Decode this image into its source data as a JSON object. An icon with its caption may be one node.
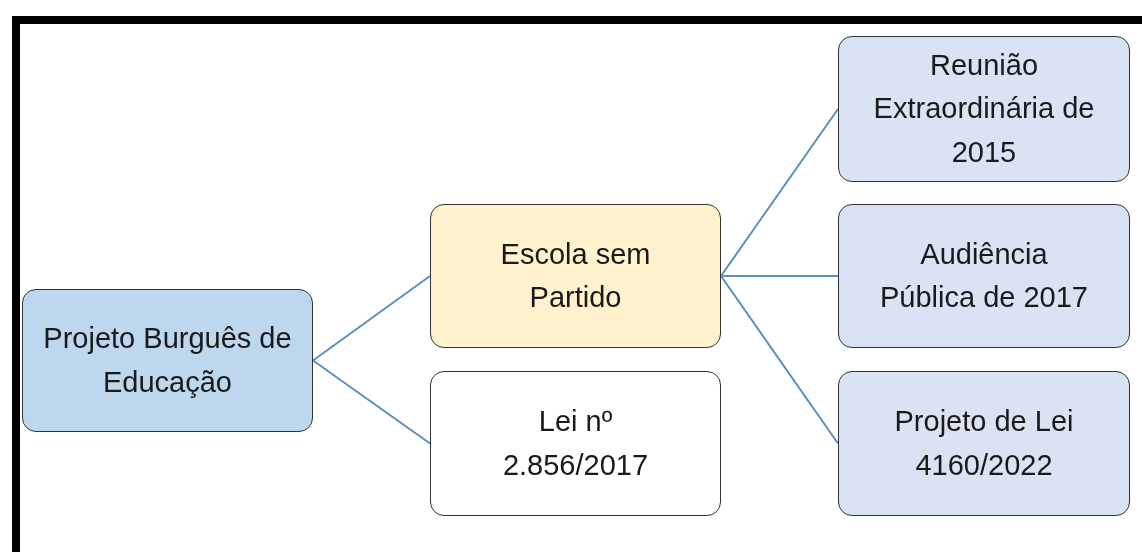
{
  "diagram": {
    "nodes": [
      {
        "text": [
          "Projeto Burguês de Educação"
        ]
      },
      {
        "text": [
          "Escola sem Partido"
        ]
      },
      {
        "text": [
          "Lei nº 2.856/2017"
        ]
      },
      {
        "text": [
          "Reunião Extraordinária de 2015"
        ]
      },
      {
        "text": [
          "Audiência Pública de 2017"
        ]
      },
      {
        "text": [
          "Projeto de Lei 4160/2022"
        ]
      }
    ],
    "edges": [
      {
        "from": 0,
        "to": 1,
        "arrow": "none"
      },
      {
        "from": 0,
        "to": 2,
        "arrow": "none"
      },
      {
        "from": 1,
        "to": 3,
        "arrow": "none"
      },
      {
        "from": 1,
        "to": 4,
        "arrow": "none"
      },
      {
        "from": 1,
        "to": 5,
        "arrow": "none"
      }
    ]
  }
}
